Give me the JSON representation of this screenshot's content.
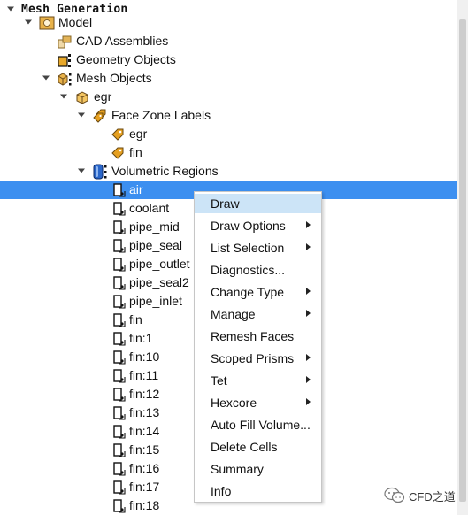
{
  "tree": {
    "root": "Mesh Generation",
    "model": "Model",
    "cad_assemblies": "CAD Assemblies",
    "geometry_objects": "Geometry Objects",
    "mesh_objects": "Mesh Objects",
    "egr": "egr",
    "face_zone_labels": "Face Zone Labels",
    "label_egr": "egr",
    "label_fin": "fin",
    "volumetric_regions": "Volumetric Regions",
    "regions": [
      "air",
      "coolant",
      "pipe_mid",
      "pipe_seal",
      "pipe_outlet",
      "pipe_seal2",
      "pipe_inlet",
      "fin",
      "fin:1",
      "fin:10",
      "fin:11",
      "fin:12",
      "fin:13",
      "fin:14",
      "fin:15",
      "fin:16",
      "fin:17",
      "fin:18"
    ],
    "selected_region": "air"
  },
  "context_menu": {
    "items": [
      "Draw",
      "Draw Options",
      "List Selection",
      "Diagnostics...",
      "Change Type",
      "Manage",
      "Remesh Faces",
      "Scoped Prisms",
      "Tet",
      "Hexcore",
      "Auto Fill Volume...",
      "Delete Cells",
      "Summary",
      "Info"
    ],
    "submenu_items": [
      "Draw Options",
      "List Selection",
      "Change Type",
      "Manage",
      "Scoped Prisms",
      "Tet",
      "Hexcore"
    ],
    "highlighted": "Draw"
  },
  "watermark": {
    "text": "CFD之道"
  },
  "colors": {
    "selection": "#3c8ff0",
    "menu_highlight": "#cce4f7"
  }
}
